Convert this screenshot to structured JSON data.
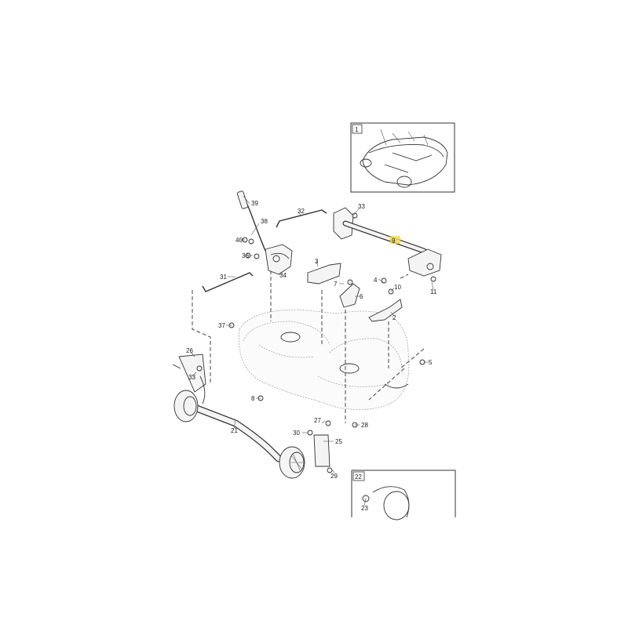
{
  "callouts": [
    {
      "id": "c1",
      "label": "1"
    },
    {
      "id": "c2",
      "label": "2"
    },
    {
      "id": "c3",
      "label": "3"
    },
    {
      "id": "c4",
      "label": "4"
    },
    {
      "id": "c5",
      "label": "5"
    },
    {
      "id": "c6",
      "label": "6"
    },
    {
      "id": "c7",
      "label": "7"
    },
    {
      "id": "c8",
      "label": "8"
    },
    {
      "id": "c9",
      "label": "9"
    },
    {
      "id": "c10",
      "label": "10"
    },
    {
      "id": "c11",
      "label": "11"
    },
    {
      "id": "c21",
      "label": "21"
    },
    {
      "id": "c22",
      "label": "22"
    },
    {
      "id": "c23",
      "label": "23"
    },
    {
      "id": "c25",
      "label": "25"
    },
    {
      "id": "c26",
      "label": "26"
    },
    {
      "id": "c27",
      "label": "27"
    },
    {
      "id": "c28",
      "label": "28"
    },
    {
      "id": "c29",
      "label": "29"
    },
    {
      "id": "c30",
      "label": "30"
    },
    {
      "id": "c31",
      "label": "31"
    },
    {
      "id": "c32",
      "label": "32"
    },
    {
      "id": "c33a",
      "label": "33"
    },
    {
      "id": "c33b",
      "label": "33"
    },
    {
      "id": "c34",
      "label": "34"
    },
    {
      "id": "c36",
      "label": "36"
    },
    {
      "id": "c37",
      "label": "37"
    },
    {
      "id": "c38",
      "label": "38"
    },
    {
      "id": "c39",
      "label": "39"
    },
    {
      "id": "c40",
      "label": "40"
    }
  ],
  "highlight_color": "#f2d94e",
  "line_color": "#333333"
}
